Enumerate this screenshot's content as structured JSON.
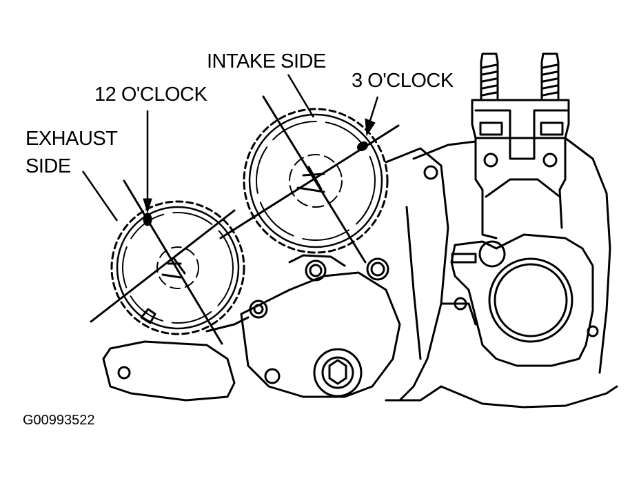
{
  "labels": {
    "intake_side": "INTAKE SIDE",
    "three_oclock": "3 O'CLOCK",
    "twelve_oclock": "12 O'CLOCK",
    "exhaust_line1": "EXHAUST",
    "exhaust_line2": "SIDE"
  },
  "figure_id": "G00993522",
  "colors": {
    "ink": "#000000",
    "background": "#ffffff"
  }
}
